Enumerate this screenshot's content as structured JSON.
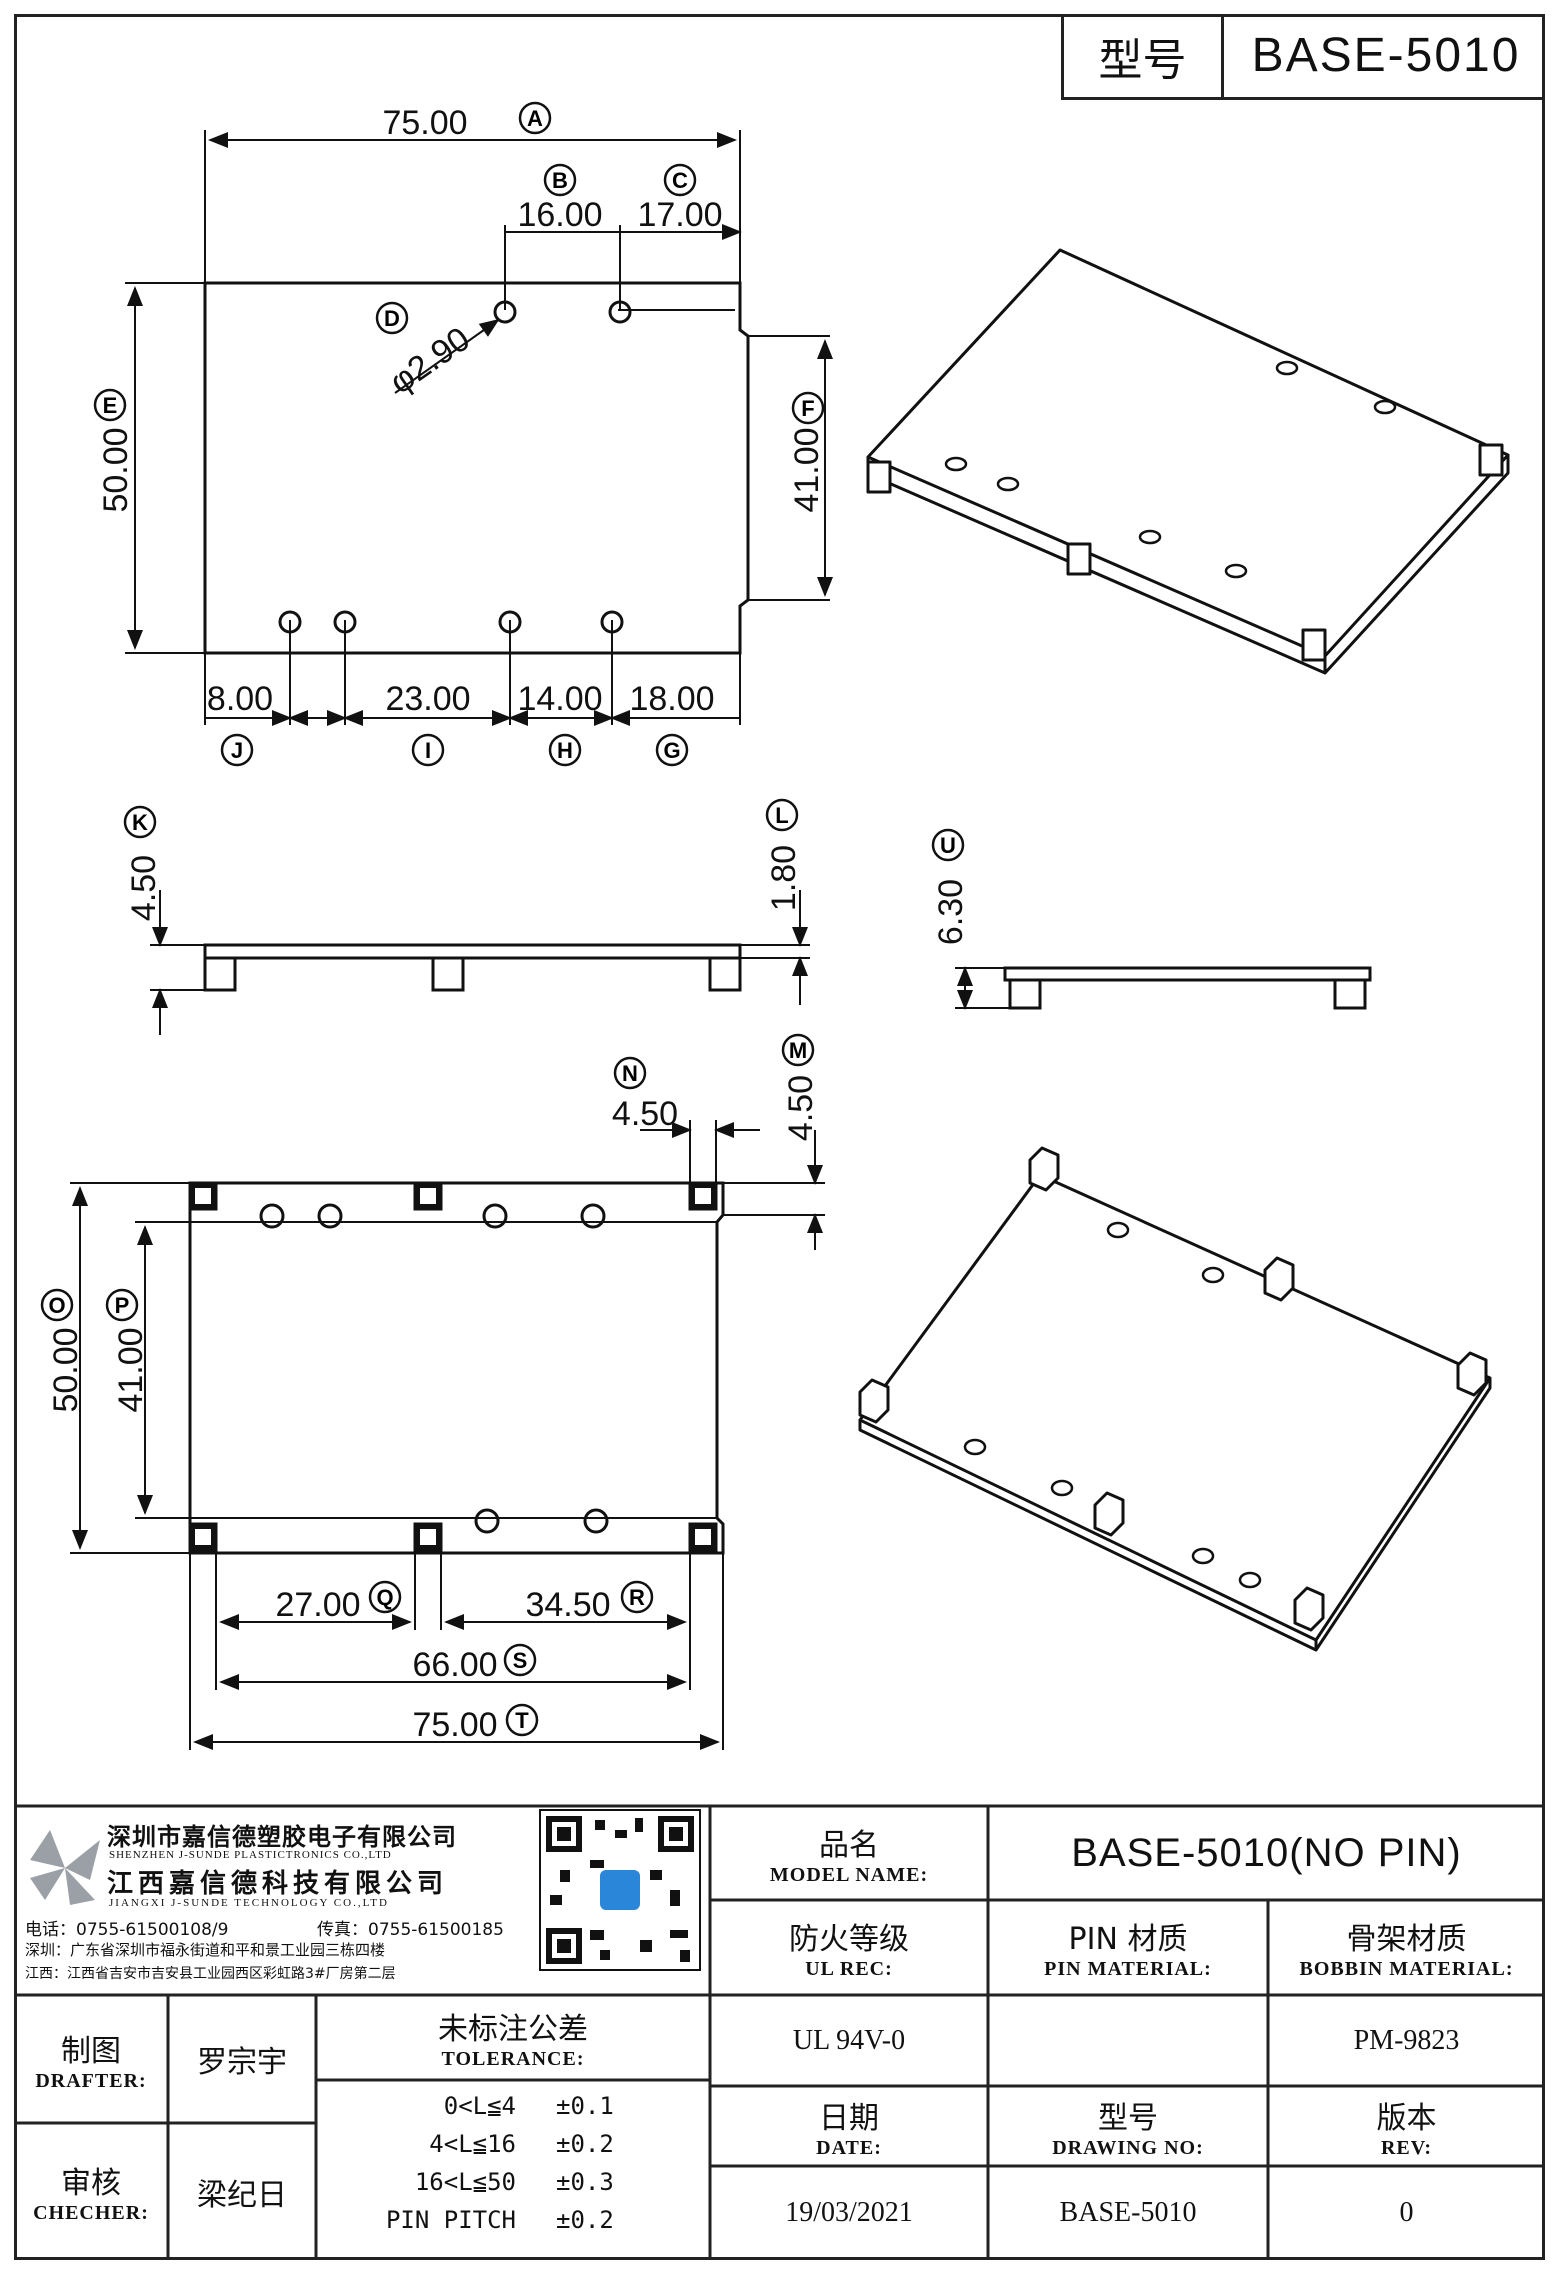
{
  "header": {
    "model_label": "型号",
    "model_value": "BASE-5010"
  },
  "top_view": {
    "dims": {
      "A": "75.00",
      "B": "16.00",
      "C": "17.00",
      "D": "φ2.90",
      "E": "50.00",
      "F": "41.00",
      "G": "18.00",
      "H": "14.00",
      "I": "23.00",
      "J": "8.00"
    },
    "letters": [
      "A",
      "B",
      "C",
      "D",
      "E",
      "F",
      "G",
      "H",
      "I",
      "J"
    ]
  },
  "side_view": {
    "dims": {
      "K": "4.50",
      "L": "1.80",
      "U": "6.30"
    },
    "letters": [
      "K",
      "L",
      "U"
    ]
  },
  "bottom_view": {
    "dims": {
      "M": "4.50",
      "N": "4.50",
      "O": "50.00",
      "P": "41.00",
      "Q": "27.00",
      "R": "34.50",
      "S": "66.00",
      "T": "75.00"
    },
    "letters": [
      "M",
      "N",
      "O",
      "P",
      "Q",
      "R",
      "S",
      "T"
    ]
  },
  "company": {
    "name_sz": "深圳市嘉信德塑胶电子有限公司",
    "name_sz_en": "SHENZHEN J-SUNDE PLASTICTRONICS CO.,LTD",
    "name_jx": "江西嘉信德科技有限公司",
    "name_jx_en": "JIANGXI J-SUNDE TECHNOLOGY CO.,LTD",
    "phone": "电话：0755-61500108/9",
    "fax": "传真：0755-61500185",
    "addr_sz": "深圳：广东省深圳市福永街道和平和景工业园三栋四楼",
    "addr_jx": "江西：江西省吉安市吉安县工业园西区彩虹路3#厂房第二层"
  },
  "title_block": {
    "model_name_zh": "品名",
    "model_name_en": "MODEL NAME:",
    "model_name_value": "BASE-5010(NO PIN)",
    "ul_zh": "防火等级",
    "ul_en": "UL REC:",
    "ul_value": "UL 94V-0",
    "pin_zh": "PIN 材质",
    "pin_en": "PIN MATERIAL:",
    "pin_value": "",
    "bobbin_zh": "骨架材质",
    "bobbin_en": "BOBBIN MATERIAL:",
    "bobbin_value": "PM-9823",
    "drafter_zh": "制图",
    "drafter_en": "DRAFTER:",
    "drafter_value": "罗宗宇",
    "checker_zh": "审核",
    "checker_en": "CHECHER:",
    "checker_value": "梁纪日",
    "tol_zh": "未标注公差",
    "tol_en": "TOLERANCE:",
    "tol_rows": [
      {
        "range": "0<L≦4",
        "val": "±0.1"
      },
      {
        "range": "4<L≦16",
        "val": "±0.2"
      },
      {
        "range": "16<L≦50",
        "val": "±0.3"
      },
      {
        "range": "PIN PITCH",
        "val": "±0.2"
      }
    ],
    "date_zh": "日期",
    "date_en": "DATE:",
    "date_value": "19/03/2021",
    "drawing_zh": "型号",
    "drawing_en": "DRAWING NO:",
    "drawing_value": "BASE-5010",
    "rev_zh": "版本",
    "rev_en": "REV:",
    "rev_value": "0"
  }
}
